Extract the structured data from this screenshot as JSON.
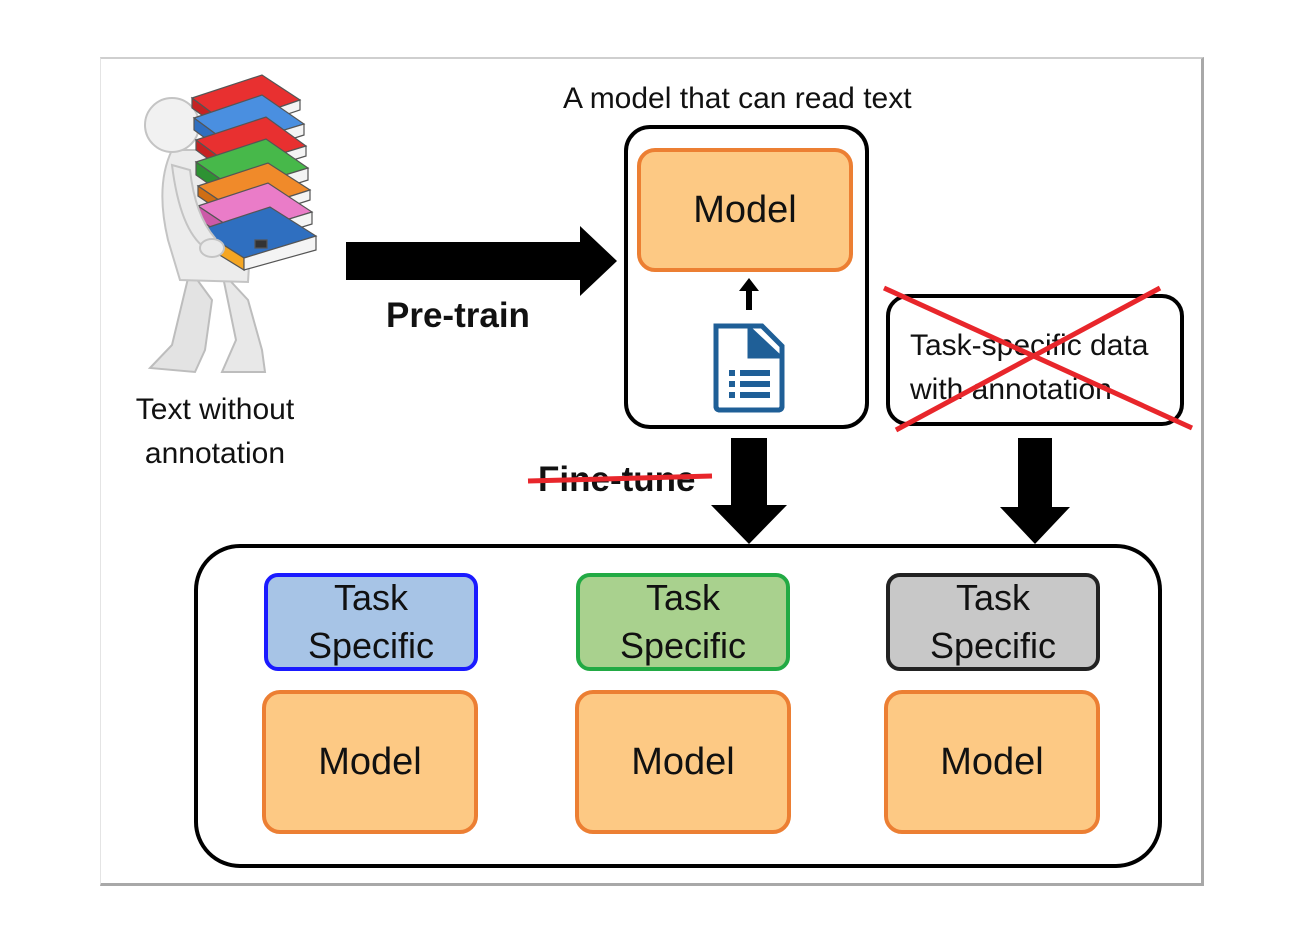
{
  "labels": {
    "model_caption": "A model that can read text",
    "text_without_annotation": "Text without\nannotation",
    "pretrain": "Pre-train",
    "finetune": "Fine-tune",
    "task_data": "Task-specific data\nwith annotation",
    "model": "Model"
  },
  "tasks": [
    {
      "label": "Task\nSpecific",
      "model": "Model",
      "fill": "#a7c4e6",
      "border": "#1a1aff"
    },
    {
      "label": "Task\nSpecific",
      "model": "Model",
      "fill": "#a9d18e",
      "border": "#22aa44"
    },
    {
      "label": "Task\nSpecific",
      "model": "Model",
      "fill": "#c8c8c8",
      "border": "#222222"
    }
  ],
  "colors": {
    "orange_fill": "#fdc984",
    "orange_border": "#ec7f33",
    "strike_red": "#e8262b",
    "document_blue": "#1f5f97"
  }
}
